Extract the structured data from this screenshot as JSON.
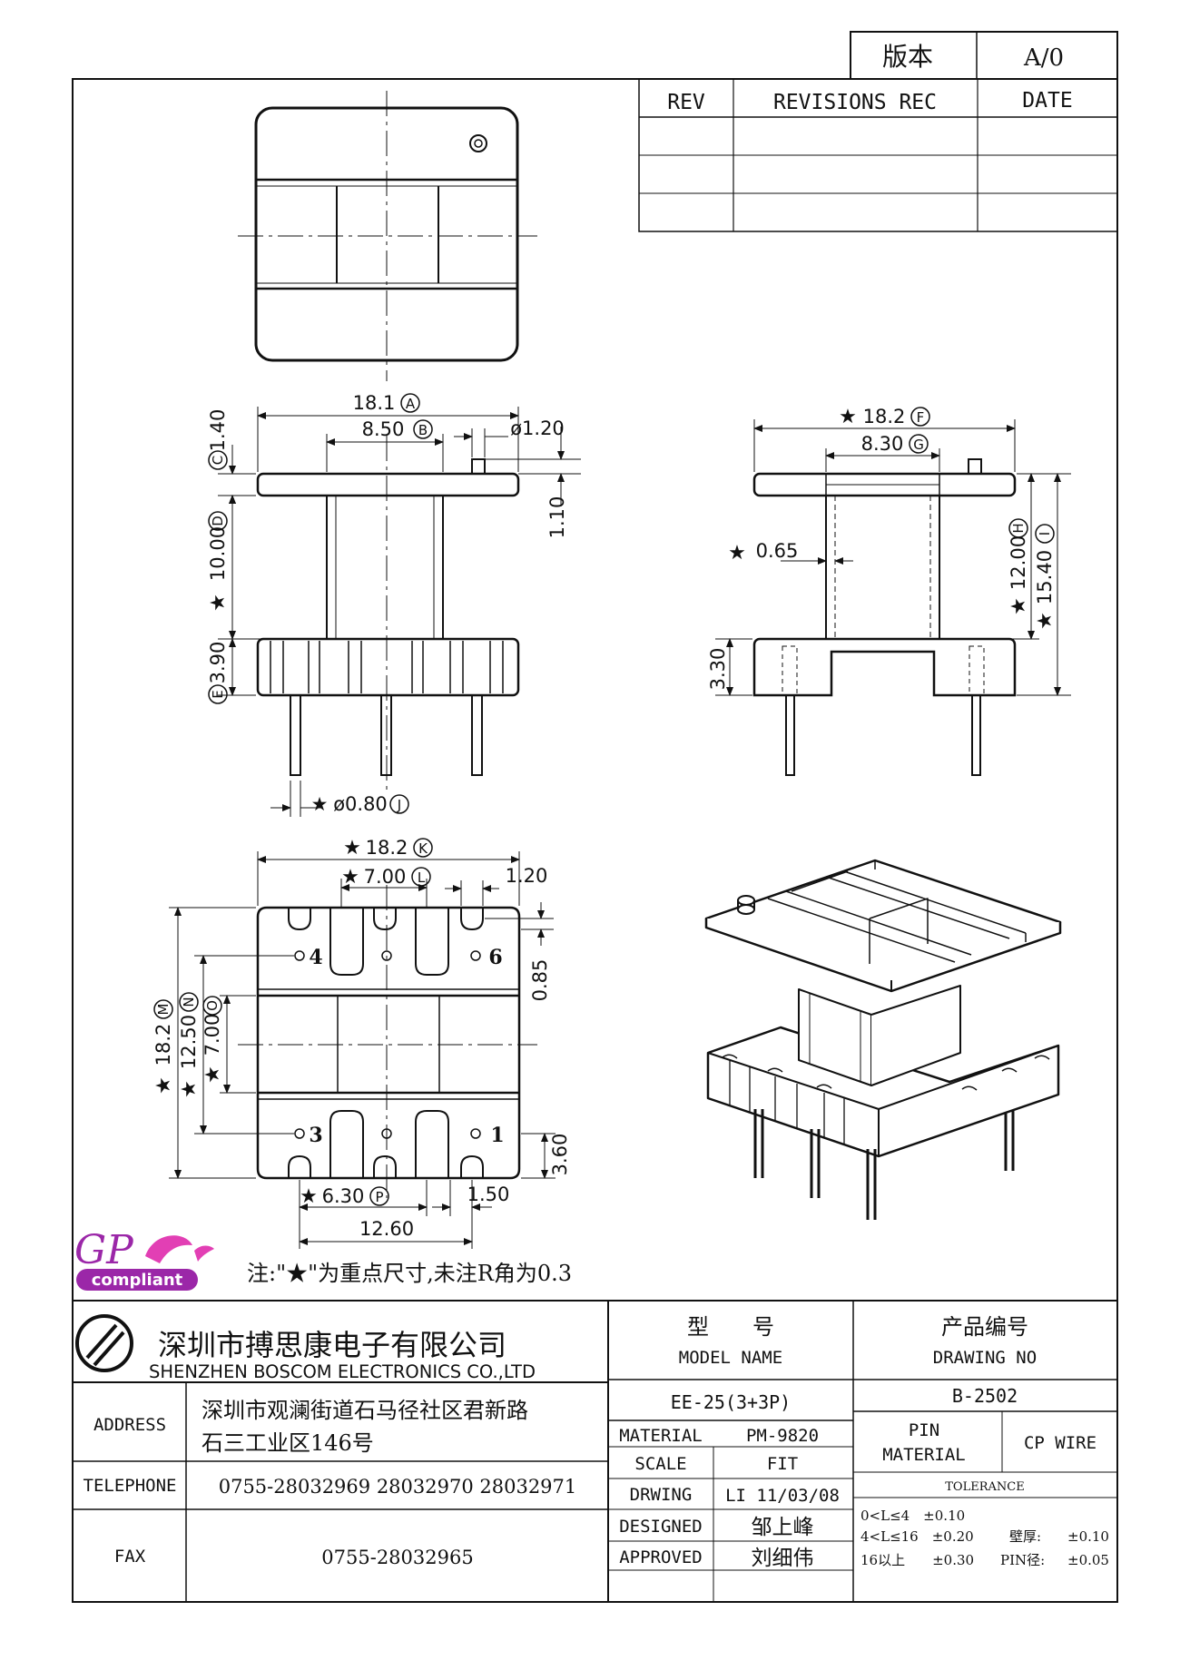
{
  "version_box": {
    "label": "版本",
    "value": "A/0"
  },
  "revision_table": {
    "headers": [
      "REV",
      "REVISIONS REC",
      "DATE"
    ],
    "rows": [
      [
        "",
        "",
        ""
      ],
      [
        "",
        "",
        ""
      ],
      [
        "",
        "",
        ""
      ]
    ]
  },
  "dims": {
    "A": "18.1",
    "B": "8.50",
    "phi120": "ø1.20",
    "C": "1.40",
    "D": "10.00",
    "E": "3.90",
    "d110": "1.10",
    "J": "ø0.80",
    "F": "18.2",
    "G": "8.30",
    "H": "12.00",
    "I": "15.40",
    "d065": "0.65",
    "d330": "3.30",
    "K": "18.2",
    "L": "7.00",
    "d120": "1.20",
    "d085": "0.85",
    "M": "18.2",
    "N": "12.50",
    "O": "7.00",
    "d360": "3.60",
    "P": "6.30",
    "d150": "1.50",
    "d1260": "12.60"
  },
  "dim_letters": [
    "A",
    "B",
    "C",
    "D",
    "E",
    "F",
    "G",
    "H",
    "I",
    "J",
    "K",
    "L",
    "M",
    "N",
    "O",
    "P"
  ],
  "pins": {
    "p4": "4",
    "p6": "6",
    "p3": "3",
    "p1": "1"
  },
  "logo": {
    "gp": "GP",
    "compliant": "compliant"
  },
  "note": "注:\"★\"为重点尺寸,未注R角为0.3",
  "company": {
    "cn": "深圳市搏思康电子有限公司",
    "en": "SHENZHEN BOSCOM ELECTRONICS CO.,LTD"
  },
  "title_block": {
    "model_label_cn": "型　　号",
    "model_label_en": "MODEL NAME",
    "drawing_label_cn": "产品编号",
    "drawing_label_en": "DRAWING NO",
    "model_value": "EE-25(3+3P)",
    "drawing_value": "B-2502",
    "address_label": "ADDRESS",
    "address_line1": "深圳市观澜街道石马径社区君新路",
    "address_line2": "石三工业区146号",
    "telephone_label": "TELEPHONE",
    "telephone_value": "0755-28032969 28032970 28032971",
    "fax_label": "FAX",
    "fax_value": "0755-28032965",
    "material_label": "MATERIAL",
    "material_value": "PM-9820",
    "scale_label": "SCALE",
    "scale_value": "FIT",
    "drawing_by_label": "DRWING",
    "drawing_by_value": "LI 11/03/08",
    "designed_label": "DESIGNED",
    "designed_value": "邹上峰",
    "approved_label": "APPROVED",
    "approved_value": "刘细伟",
    "pin_material_label_1": "PIN",
    "pin_material_label_2": "MATERIAL",
    "pin_material_value": "CP WIRE",
    "tolerance_label": "TOLERANCE",
    "tol_row1": "0<L≤4　±0.10",
    "tol_row2": "4<L≤16　±0.20",
    "tol_row3": "16以上　　±0.30",
    "wall_label": "壁厚:",
    "wall_value": "±0.10",
    "pin_dia_label": "PIN径:",
    "pin_dia_value": "±0.05"
  },
  "colors": {
    "line": "#111111",
    "gp_purple": "#9b27a8",
    "gp_pink": "#e23fb4"
  }
}
